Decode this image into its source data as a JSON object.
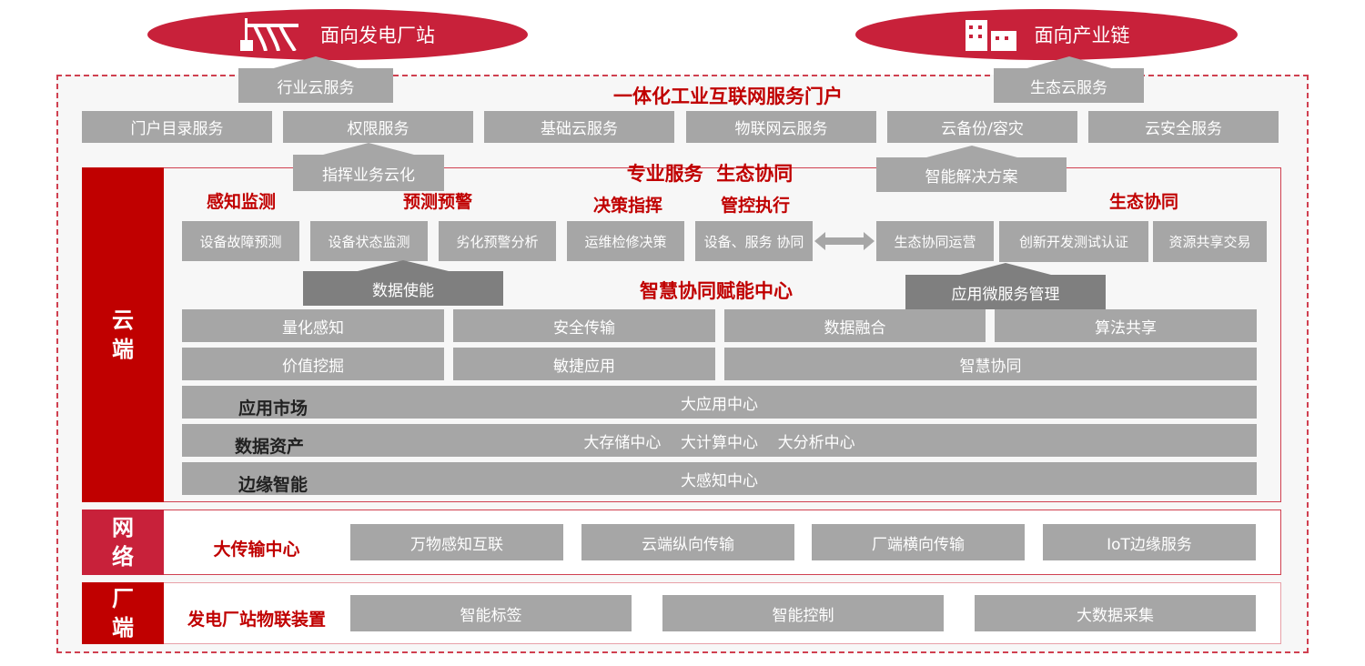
{
  "top": {
    "left_target": "面向发电厂站",
    "right_target": "面向产业链",
    "left_service": "行业云服务",
    "right_service": "生态云服务"
  },
  "portal": {
    "title": "一体化工业互联网服务门户",
    "services": [
      "门户目录服务",
      "权限服务",
      "基础云服务",
      "物联网云服务",
      "云备份/容灾",
      "云安全服务"
    ],
    "sub_left": "指挥业务云化",
    "sub_right": "智能解决方案"
  },
  "cloud": {
    "label": "云端",
    "title": "专业服务  生态协同",
    "categories": [
      "感知监测",
      "预测预警",
      "决策指挥",
      "管控执行",
      "生态协同"
    ],
    "services": [
      "设备故障预测",
      "设备状态监测",
      "劣化预警分析",
      "运维检修决策",
      "设备、服务 协同",
      "生态协同运营",
      "创新开发测试认证",
      "资源共享交易"
    ],
    "enable_left": "数据使能",
    "enable_right": "应用微服务管理",
    "center_title": "智慧协同赋能中心",
    "grid_row1": [
      "量化感知",
      "安全传输",
      "数据融合",
      "算法共享"
    ],
    "grid_row2": [
      "价值挖掘",
      "敏捷应用",
      "智慧协同"
    ],
    "layers": [
      {
        "label": "应用市场",
        "content": "大应用中心"
      },
      {
        "label": "数据资产",
        "content": "大存储中心    大计算中心    大分析中心"
      },
      {
        "label": "边缘智能",
        "content": "大感知中心"
      }
    ]
  },
  "network": {
    "label": "网络",
    "title": "大传输中心",
    "items": [
      "万物感知互联",
      "云端纵向传输",
      "厂端横向传输",
      "IoT边缘服务"
    ]
  },
  "plant": {
    "label": "厂端",
    "title": "发电厂站物联装置",
    "items": [
      "智能标签",
      "智能控制",
      "大数据采集"
    ]
  },
  "colors": {
    "red": "#c00000",
    "ellipse": "#c8213a",
    "gray": "#a6a6a6",
    "dark_gray": "#7f7f7f"
  }
}
